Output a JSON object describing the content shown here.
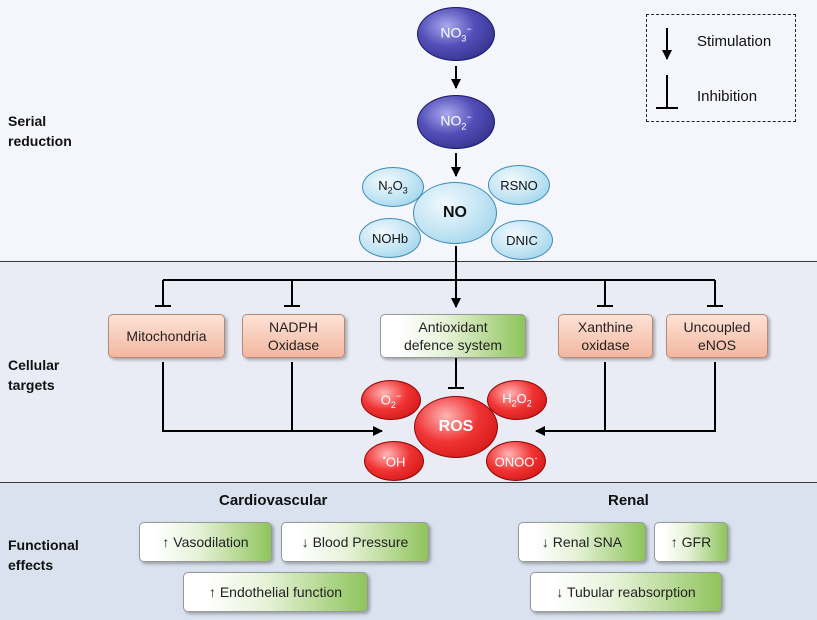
{
  "sections": {
    "serial_reduction": [
      "Serial",
      "reduction"
    ],
    "cellular_targets": [
      "Cellular",
      "targets"
    ],
    "functional_effects": [
      "Functional",
      "effects"
    ]
  },
  "legend": {
    "stimulation": "Stimulation",
    "inhibition": "Inhibition"
  },
  "reduction": {
    "nitrate": {
      "base": "NO",
      "sub": "3",
      "sup": "−"
    },
    "nitrite": {
      "base": "NO",
      "sub": "2",
      "sup": "−"
    },
    "no": "NO"
  },
  "no_satellites": {
    "n2o3": {
      "a": "N",
      "sub1": "2",
      "b": "O",
      "sub2": "3"
    },
    "rsno": "RSNO",
    "nohb": "NOHb",
    "dnic": "DNIC"
  },
  "targets": {
    "mitochondria": "Mitochondria",
    "nadph": [
      "NADPH",
      "Oxidase"
    ],
    "antioxidant": [
      "Antioxidant",
      "defence system"
    ],
    "xanthine": [
      "Xanthine",
      "oxidase"
    ],
    "enos": [
      "Uncoupled",
      "eNOS"
    ]
  },
  "ros": {
    "center": "ROS",
    "superoxide": {
      "base": "O",
      "sub": "2",
      "sup": "−"
    },
    "h2o2": {
      "a": "H",
      "sub1": "2",
      "b": "O",
      "sub2": "2"
    },
    "hydroxyl": {
      "sup": "•",
      "base": "OH"
    },
    "peroxynitrite": {
      "base": "ONOO",
      "sup": "-"
    }
  },
  "effects": {
    "cardiovascular_heading": "Cardiovascular",
    "renal_heading": "Renal",
    "vasodilation": "↑ Vasodilation",
    "blood_pressure": "↓ Blood Pressure",
    "endothelial": "↑ Endothelial function",
    "renal_sna": "↓ Renal SNA",
    "gfr": "↑ GFR",
    "tubular": "↓ Tubular reabsorption"
  },
  "colors": {
    "navy": "#2b2985",
    "light_blue": "#bfe3f3",
    "red": "#e31b1b",
    "salmon": "#f6c4b0",
    "green": "#8fc45c"
  }
}
